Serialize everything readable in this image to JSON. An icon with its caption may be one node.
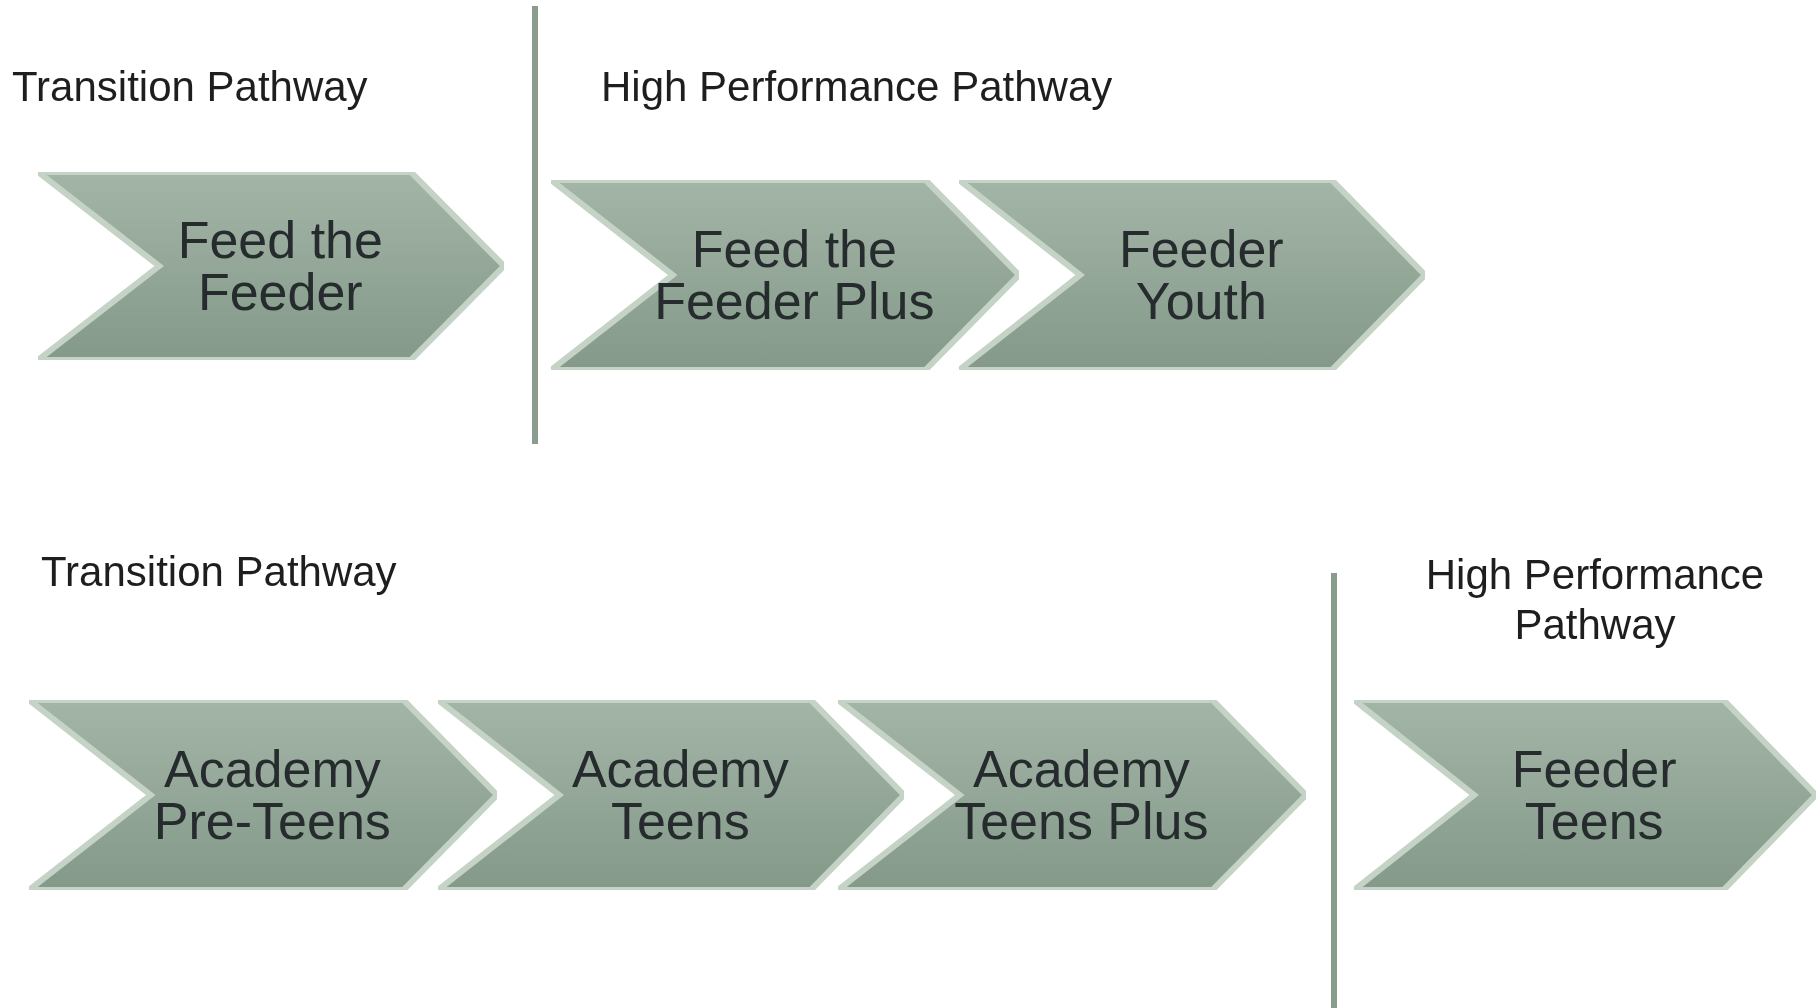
{
  "diagram": {
    "nodes": [
      {
        "text": [
          "Feed the Feeder"
        ]
      },
      {
        "text": [
          "Feed the Feeder Plus"
        ]
      },
      {
        "text": [
          "Feeder Youth"
        ]
      },
      {
        "text": [
          "Academy Pre-Teens"
        ]
      },
      {
        "text": [
          "Academy Teens"
        ]
      },
      {
        "text": [
          "Academy Teens Plus"
        ]
      },
      {
        "text": [
          "Feeder Teens"
        ]
      }
    ],
    "edges": [],
    "labels": [
      "Transition Pathway",
      "High Performance Pathway",
      "Transition Pathway",
      "High Performance Pathway"
    ]
  }
}
